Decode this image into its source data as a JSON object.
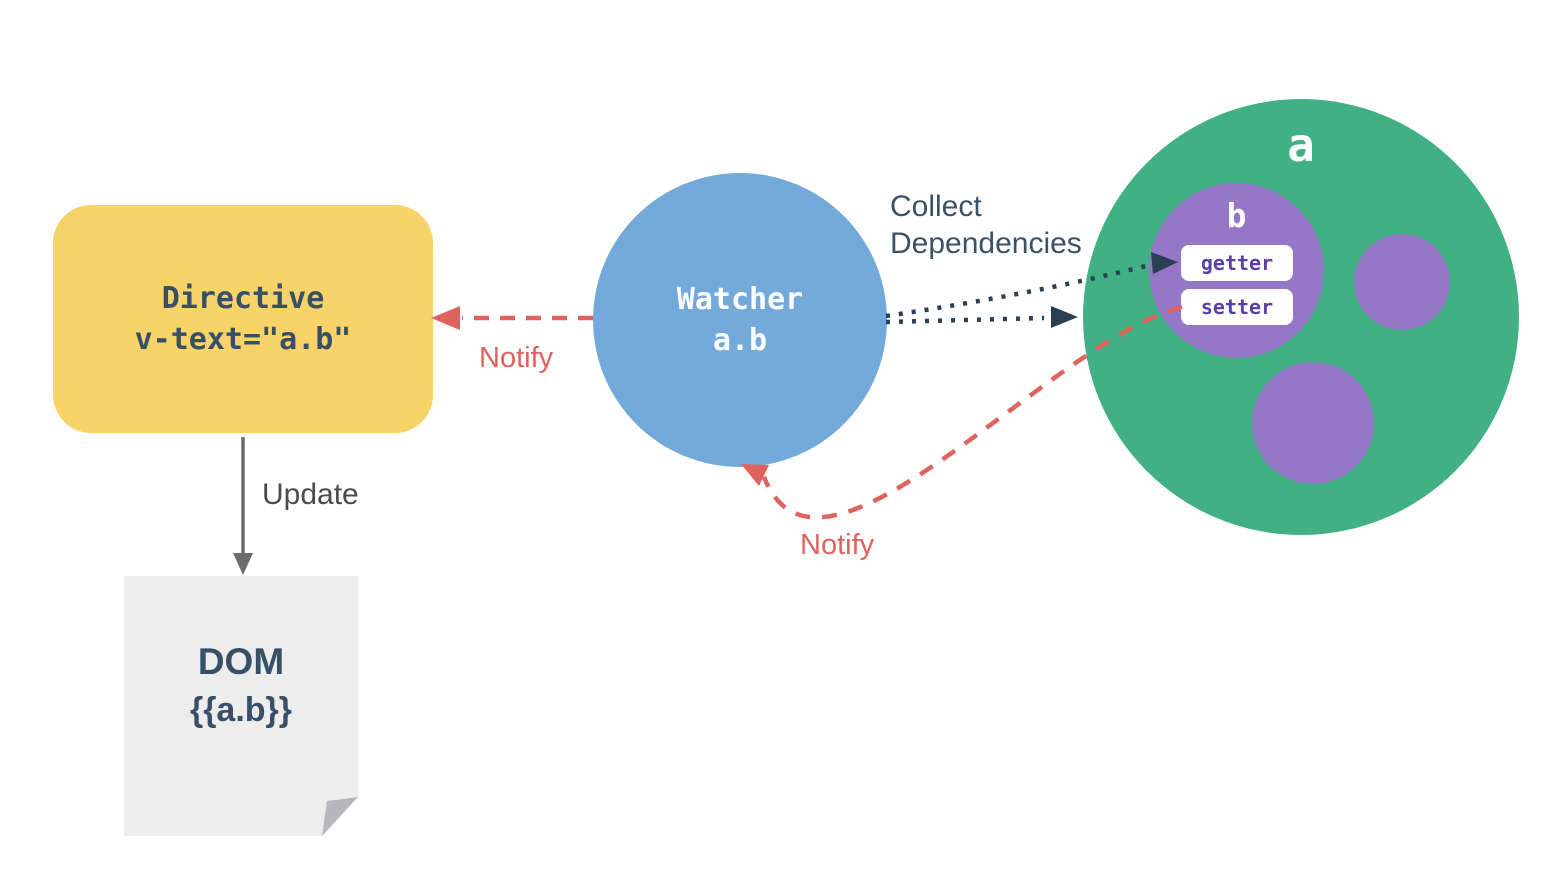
{
  "diagram": {
    "directive": {
      "name": "Directive",
      "expression": "v-text=\"a.b\""
    },
    "dom": {
      "name": "DOM",
      "template": "{{a.b}}"
    },
    "watcher": {
      "name": "Watcher",
      "expression": "a.b"
    },
    "data_object": {
      "label": "a",
      "property_b": {
        "label": "b",
        "getter": "getter",
        "setter": "setter"
      }
    },
    "edges": {
      "update": "Update",
      "notify_to_directive": "Notify",
      "notify_to_watcher": "Notify",
      "collect_line1": "Collect",
      "collect_line2": "Dependencies"
    },
    "colors": {
      "directive_fill": "#F8D468",
      "watcher_fill": "#73A9DB",
      "data_fill": "#41B183",
      "property_fill": "#9577C7",
      "notify_red": "#E0625F",
      "dependency_dot_navy": "#2B3F54",
      "text_navy": "#374F67",
      "getter_setter_text": "#5B3EA7",
      "document_fill": "#EDEDEE",
      "document_fold": "#B8B8BC",
      "update_arrow_gray": "#6C6C6C",
      "background": "#FFFFFF"
    }
  }
}
